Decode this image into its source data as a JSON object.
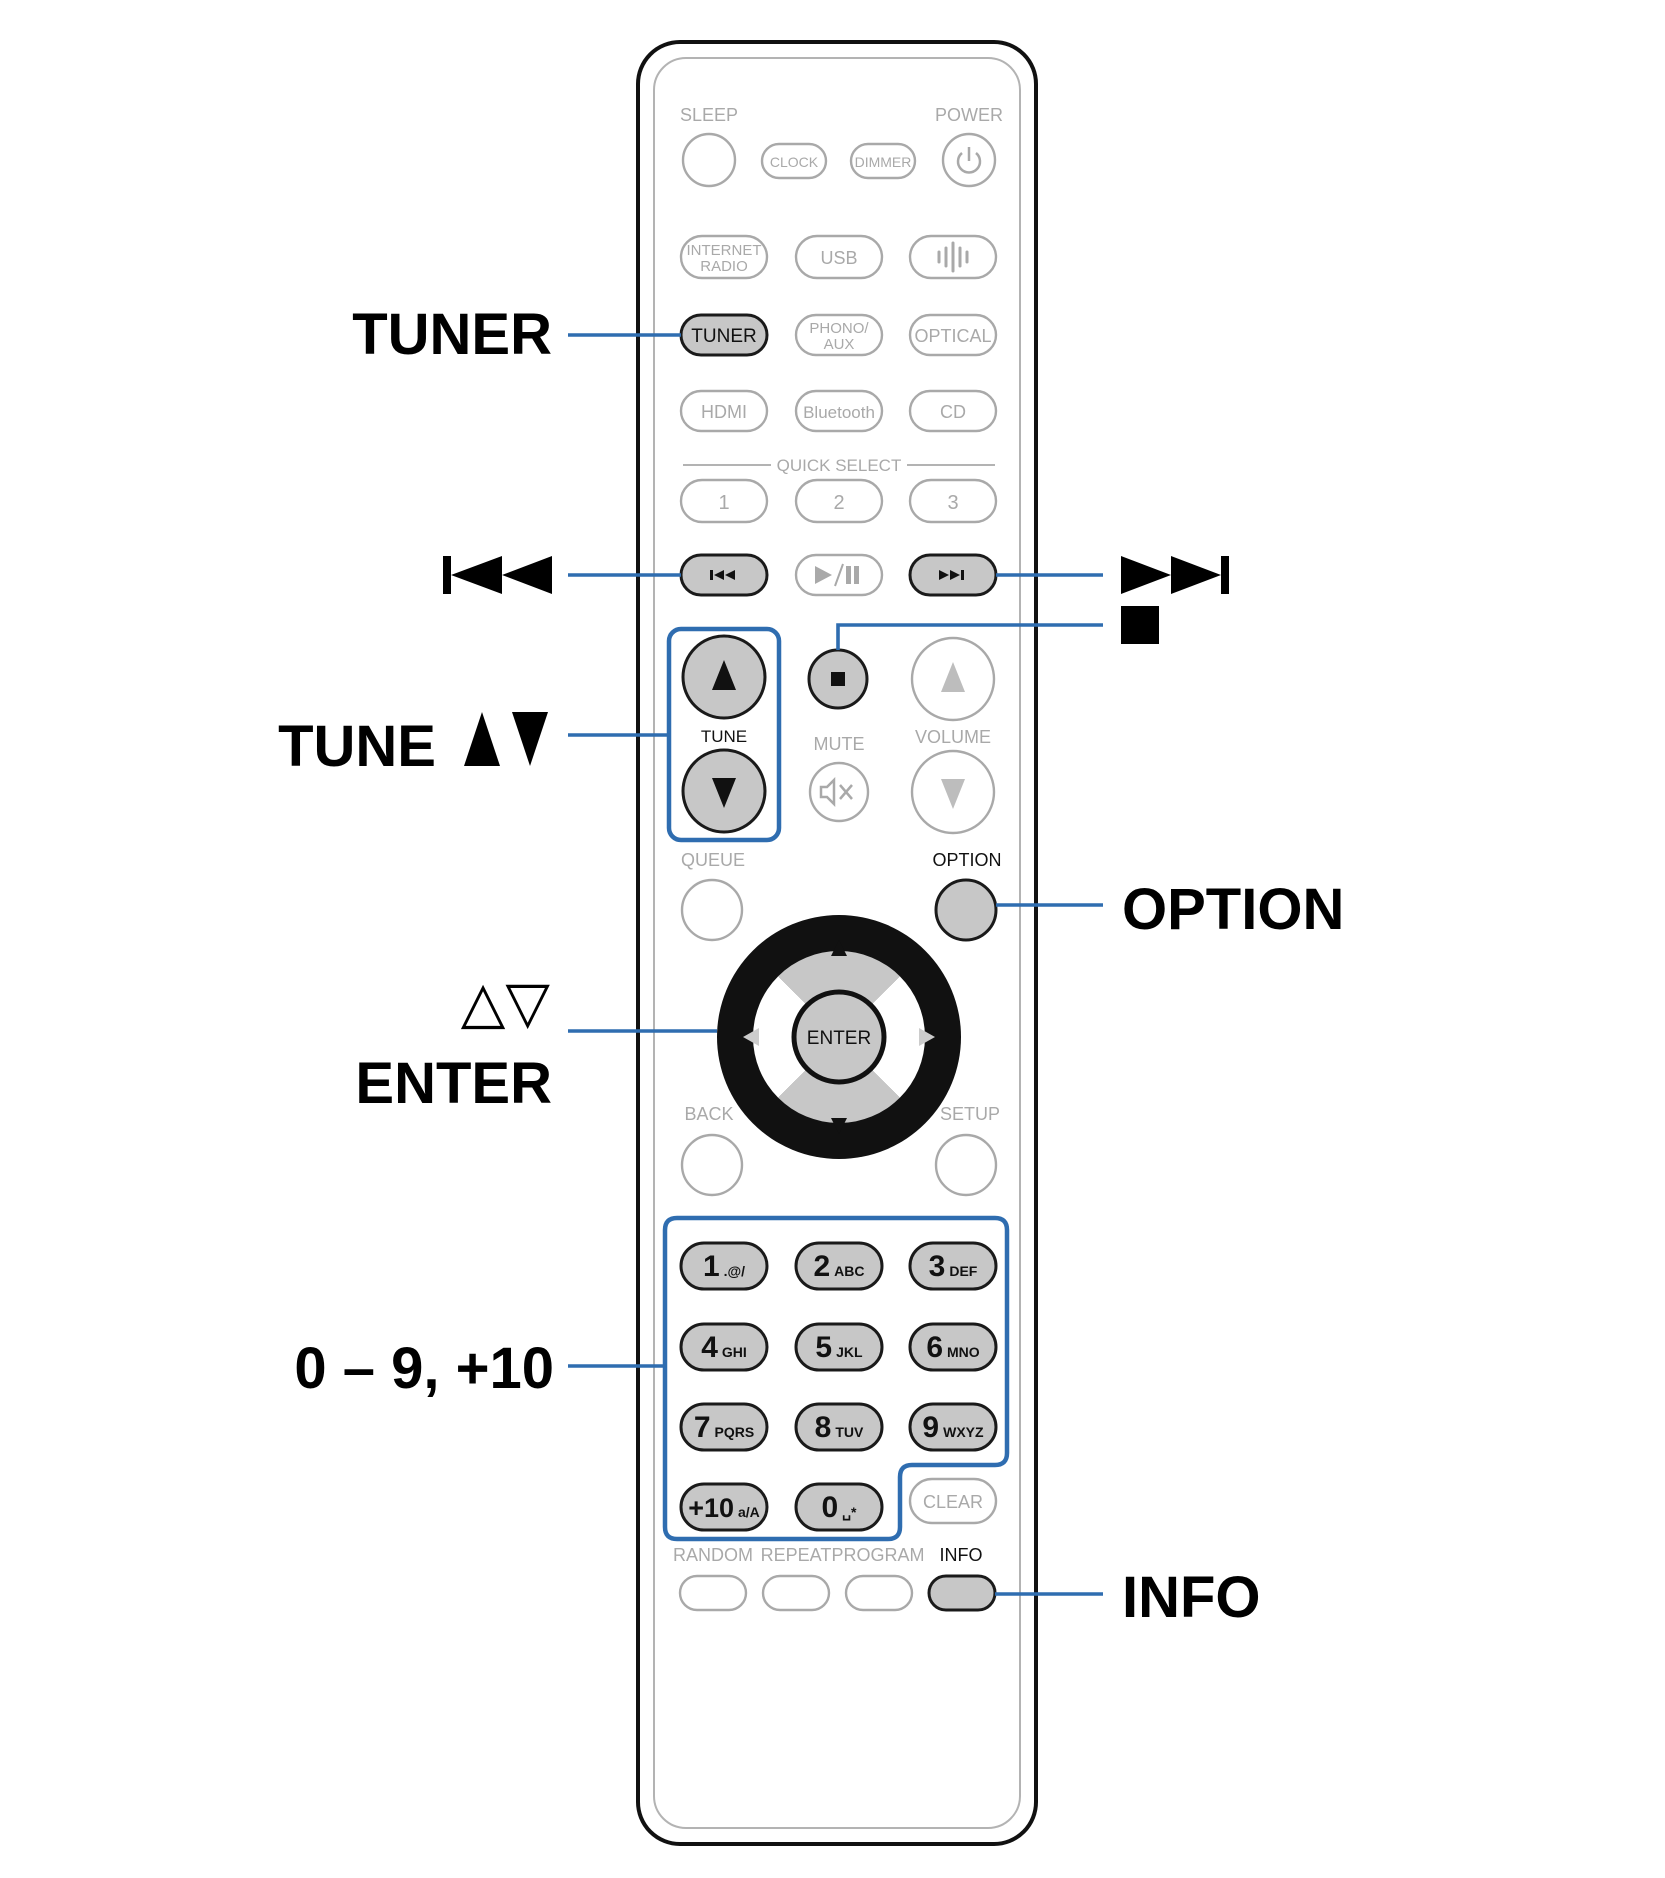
{
  "remote": {
    "sleep": "SLEEP",
    "power": "POWER",
    "clock": "CLOCK",
    "dimmer": "DIMMER",
    "internet_radio_1": "INTERNET",
    "internet_radio_2": "RADIO",
    "usb": "USB",
    "tuner": "TUNER",
    "phono_aux_1": "PHONO/",
    "phono_aux_2": "AUX",
    "optical": "OPTICAL",
    "hdmi": "HDMI",
    "bluetooth": "Bluetooth",
    "cd": "CD",
    "quick_select": "QUICK SELECT",
    "quick_1": "1",
    "quick_2": "2",
    "quick_3": "3",
    "tune": "TUNE",
    "mute": "MUTE",
    "volume": "VOLUME",
    "queue": "QUEUE",
    "option": "OPTION",
    "enter": "ENTER",
    "back": "BACK",
    "setup": "SETUP",
    "clear": "CLEAR",
    "random": "RANDOM",
    "repeat": "REPEAT",
    "program": "PROGRAM",
    "info": "INFO",
    "keypad": [
      {
        "digit": "1",
        "sub": ".@/"
      },
      {
        "digit": "2",
        "sub": "ABC"
      },
      {
        "digit": "3",
        "sub": "DEF"
      },
      {
        "digit": "4",
        "sub": "GHI"
      },
      {
        "digit": "5",
        "sub": "JKL"
      },
      {
        "digit": "6",
        "sub": "MNO"
      },
      {
        "digit": "7",
        "sub": "PQRS"
      },
      {
        "digit": "8",
        "sub": "TUV"
      },
      {
        "digit": "9",
        "sub": "WXYZ"
      },
      {
        "digit": "+10",
        "sub": "a/A"
      },
      {
        "digit": "0",
        "sub": "␣*"
      }
    ]
  },
  "callouts": {
    "tuner": "TUNER",
    "tune": "TUNE",
    "enter_arrows": "△▽",
    "enter": "ENTER",
    "keypad": "0 – 9, +10",
    "option": "OPTION",
    "info": "INFO"
  },
  "colors": {
    "leader": "#2f6db0",
    "active_button": "#c7c7c7",
    "inactive_label": "#a9a9a9"
  },
  "icons": {
    "previous": "skip-previous-icon",
    "next": "skip-next-icon",
    "stop": "stop-icon",
    "tune_up_down": "triangle-up-down-icon",
    "power": "power-icon",
    "mute": "mute-icon",
    "play_pause": "play-pause-icon",
    "heos": "heos-icon"
  }
}
